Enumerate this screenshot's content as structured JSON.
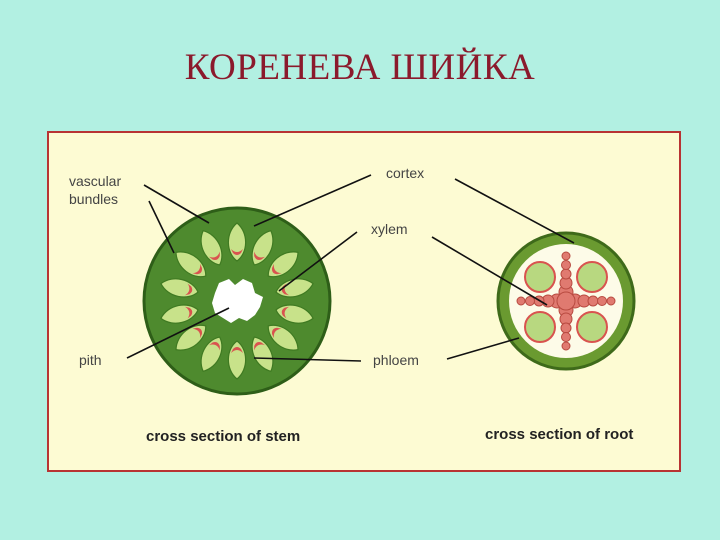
{
  "title": "КОРЕНЕВА ШИЙКА",
  "labels": {
    "vascular_line1": "vascular",
    "vascular_line2": "bundles",
    "cortex": "cortex",
    "xylem": "xylem",
    "pith": "pith",
    "phloem": "phloem"
  },
  "captions": {
    "stem": "cross section of stem",
    "root": "cross section of root"
  },
  "colors": {
    "background": "#b2f0e2",
    "panel": "#fdfbd3",
    "panel_border": "#b83333",
    "title": "#8b1a2c",
    "stem_green": "#4e8a2e",
    "bundle_fill": "#c8e28a",
    "phloem_red": "#d9534f",
    "root_ring": "#6a9a30",
    "xylem_red": "#e07a70"
  }
}
